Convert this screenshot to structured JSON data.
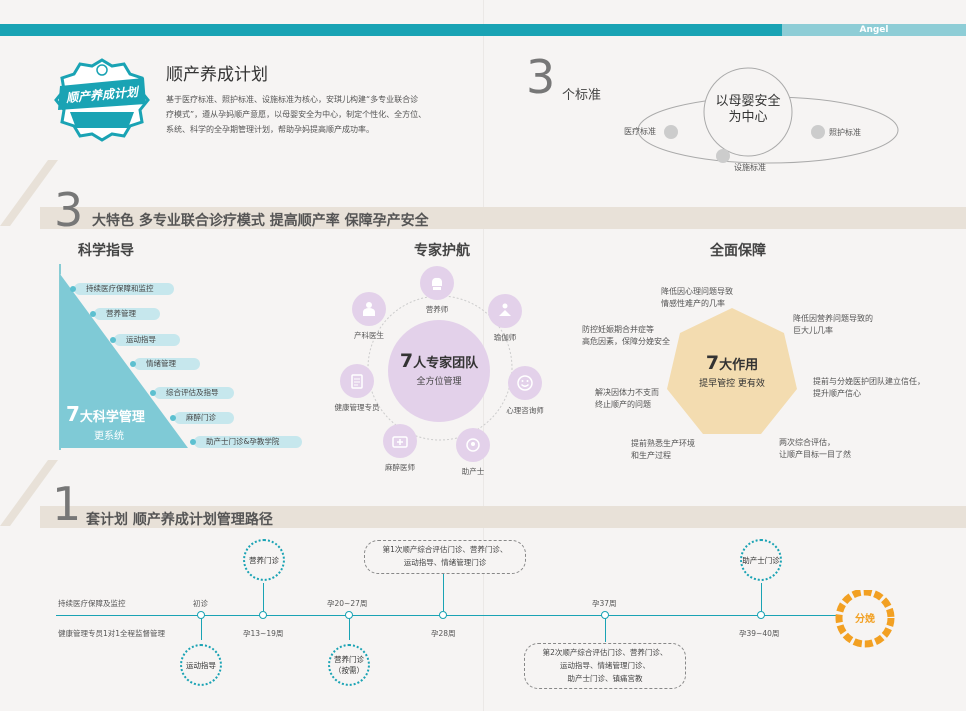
{
  "header": {
    "tag": "Angel"
  },
  "intro": {
    "badge_text": "顺产养成计划",
    "title": "顺产养成计划",
    "paragraph_lines": [
      "基于医疗标准、照护标准、设施标准为核心，安琪儿构建“多专业联合诊",
      "疗模式”，遵从孕妈顺产意愿，以母婴安全为中心，制定个性化、全方位、",
      "系统、科学的全孕期管理计划，帮助孕妈提高顺产成功率。"
    ]
  },
  "standards": {
    "number": "3",
    "label": "个标准",
    "center_line1": "以母婴安全",
    "center_line2": "为中心",
    "items": [
      "医疗标准",
      "设施标准",
      "照护标准"
    ]
  },
  "features_band": {
    "number": "3",
    "text": "大特色  多专业联合诊疗模式  提高顺产率  保障孕产安全"
  },
  "science": {
    "heading": "科学指导",
    "items": [
      "持续医疗保障和监控",
      "营养管理",
      "运动指导",
      "情绪管理",
      "综合评估及指导",
      "麻醉门诊",
      "助产士门诊&孕教学院"
    ],
    "big_num": "7",
    "big_text": "大科学管理",
    "sub_text": "更系统"
  },
  "experts": {
    "heading": "专家护航",
    "center_num": "7",
    "center_text": "人专家团队",
    "center_sub": "全方位管理",
    "members": [
      "营养师",
      "瑜伽师",
      "心理咨询师",
      "助产士",
      "麻醉医师",
      "健康管理专员",
      "产科医生"
    ]
  },
  "protection": {
    "heading": "全面保障",
    "center_num": "7",
    "center_text": "大作用",
    "center_sub": "提早管控 更有效",
    "items": [
      [
        "降低因心理问题导致",
        "情感性难产的几率"
      ],
      [
        "降低因营养问题导致的",
        "巨大儿几率"
      ],
      [
        "提前与分娩医护团队建立信任，",
        "提升顺产信心"
      ],
      [
        "两次综合评估，",
        "让顺产目标一目了然"
      ],
      [
        "提前熟悉生产环境",
        "和生产过程"
      ],
      [
        "解决因体力不支而",
        "终止顺产的问题"
      ],
      [
        "防控妊娠期合并症等",
        "高危因素，保障分娩安全"
      ]
    ]
  },
  "plan_band": {
    "number": "1",
    "text": "套计划  顺产养成计划管理路径"
  },
  "timeline": {
    "left_top": "持续医疗保障及监控",
    "left_bottom": "健康管理专员1对1全程监督管理",
    "milestones_top": [
      "初诊",
      "孕20~27周",
      "孕37周"
    ],
    "milestones_bottom": [
      "孕13~19周",
      "孕28周",
      "孕39~40周"
    ],
    "circles": {
      "nutrition": "营养门诊",
      "exercise": "运动指导",
      "nutrition2_line1": "营养门诊",
      "nutrition2_line2": "（按需）",
      "midwife": "助产士门诊"
    },
    "box1": [
      "第1次顺产综合评估门诊、营养门诊、",
      "运动指导、情绪管理门诊"
    ],
    "box2": [
      "第2次顺产综合评估门诊、营养门诊、",
      "运动指导、情绪管理门诊、",
      "助产士门诊、镇痛宫教"
    ],
    "end_label": "分娩"
  },
  "colors": {
    "teal": "#1aa3b4",
    "light_teal": "#8ecdd6",
    "beige": "#f3dcb0",
    "purple": "#e3d1ea",
    "orange": "#f2a022"
  }
}
